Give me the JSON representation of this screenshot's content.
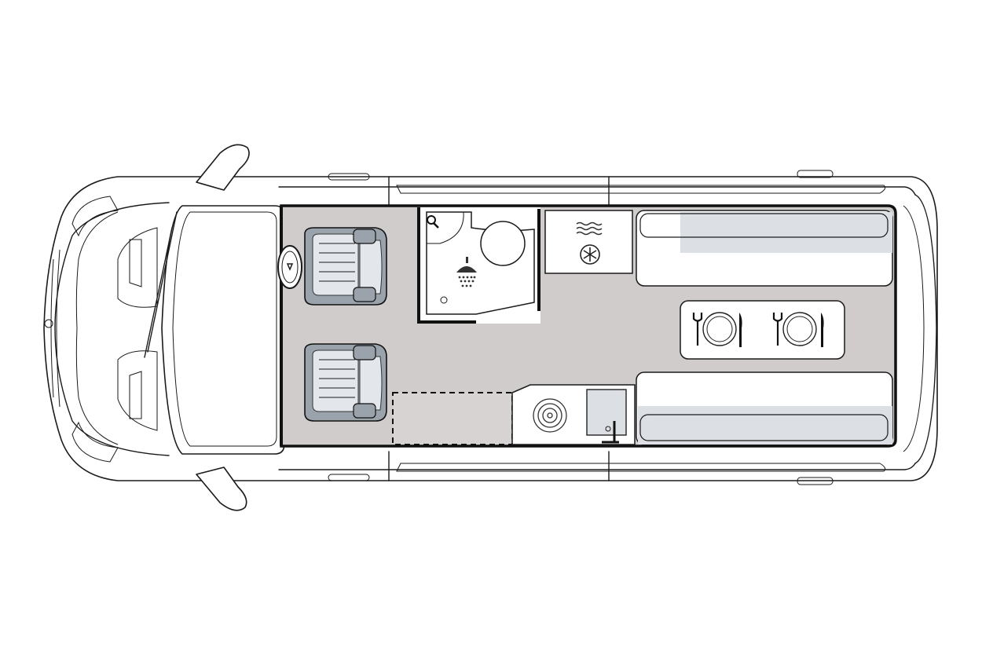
{
  "diagram": {
    "type": "campervan-floor-plan",
    "colors": {
      "floor": "#cfcccb",
      "cushion": "#dcdfe3",
      "seat_shell": "#9aa3ab",
      "seat_cushion": "#e3e7eb",
      "outline": "#1a1a1a",
      "background": "#ffffff"
    },
    "icons": [
      "steering-wheel-icon",
      "shower-icon",
      "faucet-icon",
      "water-icon",
      "snowflake-icon",
      "fork-icon",
      "knife-icon",
      "plate-icon",
      "hob-icon",
      "tap-icon"
    ],
    "zones": [
      "cab",
      "driver-seat",
      "passenger-seat",
      "washroom",
      "fridge",
      "bench-seat",
      "dining-table",
      "kitchen-hob",
      "kitchen-sink",
      "storage-area"
    ]
  }
}
